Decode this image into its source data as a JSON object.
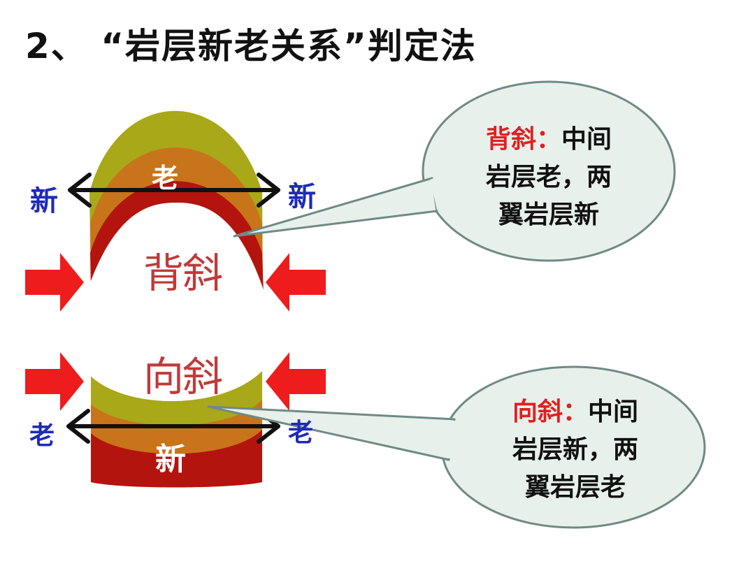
{
  "title": "2、 “岩层新老关系”判定法",
  "anticline": {
    "center_label": "老",
    "left_label": "新",
    "right_label": "新",
    "name": "背斜",
    "bubble": {
      "term": "背斜：",
      "lines": [
        "中间",
        "岩层老，两",
        "翼岩层新"
      ]
    }
  },
  "syncline": {
    "center_label": "新",
    "left_label": "老",
    "right_label": "老",
    "name": "向斜",
    "bubble": {
      "term": "向斜：",
      "lines": [
        "中间",
        "岩层新，两",
        "翼岩层老"
      ]
    }
  },
  "colors": {
    "outer_layer": "#a8a818",
    "middle_layer": "#c8741a",
    "inner_layer": "#b4140e",
    "pressure_arrow": "#ee1c1c",
    "side_label": "#1e2ab8",
    "bubble_fill": "#e8f0ec",
    "bubble_stroke": "#6f8a84"
  }
}
